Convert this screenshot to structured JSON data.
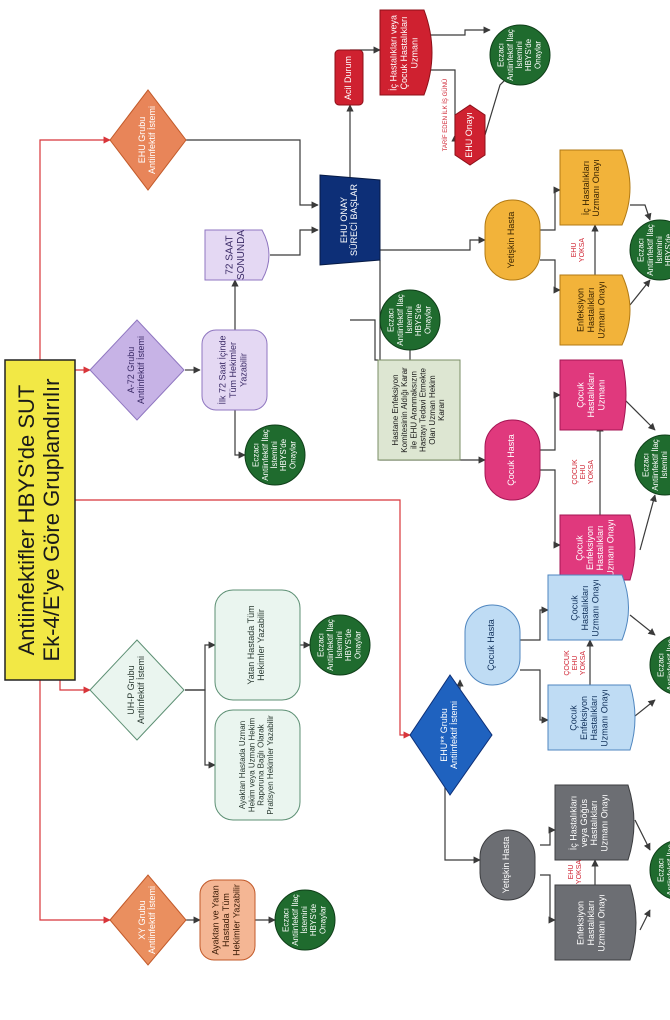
{
  "title": "Antiinfektifler HBYS'de SUT Ek-4/E'ye Göre Gruplandırılır",
  "colors": {
    "title_bg": "#f2e845",
    "arrow_red": "#d8353a",
    "arrow_dark": "#3a3a3a",
    "ehu_orange": "#e88559",
    "a72_purple": "#c7b3e6",
    "a72_light": "#e4d8f3",
    "green": "#1f6b2e",
    "uhp_light": "#eaf5ef",
    "navy": "#0d2f77",
    "red": "#cf2130",
    "gold": "#f2b33a",
    "pink": "#e0397d",
    "sage": "#dde6d2",
    "blue": "#1f62bf",
    "light_blue": "#bfdcf4",
    "gray": "#6c6e73",
    "peach": "#f4b694",
    "xy_orange": "#ea8f5f"
  },
  "nodes": {
    "ehu_group": "EHU Grubu Antiinfektif İstemi",
    "a72_group": "A-72 Grubu Antiinfektif İstemi",
    "uhp_group": "UH-P Grubu Antiinfektif İstemi",
    "xy_group": "XY Grubu Antiinfektif İstemi",
    "ehu2_group": "EHU** Grubu Antiinfektif İstemi",
    "saat72": "72 SAAT SONUNDA",
    "ilk72": "İlk 72 Saat İçinde Tüm Hekimler Yazabilir",
    "ehu_onay_sureci": "EHU ONAY SÜRECİ BAŞLAR",
    "acil": "Acil Durum",
    "ic_cocuk_uzman": "İç Hastalıkları veya Çocuk Hastalıkları Uzmanı",
    "tarif": "TARİF EDEN İLK İŞ GÜNÜ",
    "ehu_onayi": "EHU Onayı",
    "hastane": "Hastane Enfeksiyon Komitesinin Aldığı Karar ile EHU Aranmaksızın Hastayı Tedavi Etmekte Olan Uzman Hekim Kararı",
    "yetiskin_top": "Yetişkin Hasta",
    "cocuk_top": "Çocuk Hasta",
    "ic_onayi": "İç Hastalıkları Uzmanı Onayı",
    "enf_onayi": "Enfeksiyon Hastalıkları Uzmanı Onayı",
    "ehu_yoksa": "EHU YOKSA",
    "cocuk_uzman": "Çocuk Hastalıkları Uzmanı",
    "cocuk_enf_uzman": "Çocuk Enfeksiyon Hastalıkları Uzmanı Onayı",
    "cocuk_ehu_yoksa": "ÇOCUK EHU YOKSA",
    "yatan": "Yatan Hastada Tüm Hekimler Yazabilir",
    "ayaktan": "Ayaktan Hastada Uzman Hekim veya Uzman Hekim Raporuna Bağlı Olarak Pratisyen Hekimler Yazabilir",
    "cocuk_bottom": "Çocuk Hasta",
    "cocuk_uzman_onayi": "Çocuk Hastalıkları Uzmanı Onayı",
    "cocuk_enf_onayi": "Çocuk Enfeksiyon Hastalıkları Uzmanı Onayı",
    "yetiskin_bottom": "Yetişkin Hasta",
    "ic_gogus_onayi": "İç Hastalıkları veya Göğüs Hastalıkları Uzmanı Onayı",
    "enf_onayi_b": "Enfeksiyon Hastalıkları Uzmanı Onayı",
    "xy_tum": "Ayaktan ve Yatan Hastada Tüm Hekimler Yazabilir",
    "eczaci": "Eczacı Antiinfektif İlaç İstemini HBYS'de Onaylar"
  }
}
